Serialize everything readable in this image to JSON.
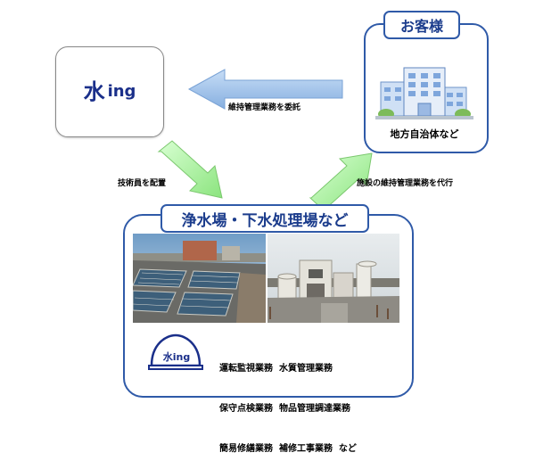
{
  "logo": {
    "mark": "水",
    "word": "ing"
  },
  "customer": {
    "title": "お客様",
    "caption": "地方自治体など",
    "icon": "building-icon"
  },
  "facility": {
    "title": "浄水場・下水処理場など",
    "photos": [
      "water-treatment-plant-photo",
      "sewage-treatment-plant-photo"
    ],
    "helmet_logo": {
      "mark": "水",
      "word": "ing"
    },
    "tasks": [
      "運転監視業務  水質管理業務",
      "保守点検業務  物品管理調達業務",
      "簡易修繕業務  補修工事業務  など"
    ]
  },
  "arrows": {
    "top": {
      "label": "維持管理業務を委託",
      "color": "#9cc0ea"
    },
    "left": {
      "label": "技術員を配置",
      "color": "#a8f0a0"
    },
    "right": {
      "label": "施設の維持管理業務を代行",
      "color": "#a8f0a0"
    }
  },
  "colors": {
    "border": "#2f5aa8",
    "title_text": "#1b3c8c",
    "logo": "#1a2f8a"
  }
}
